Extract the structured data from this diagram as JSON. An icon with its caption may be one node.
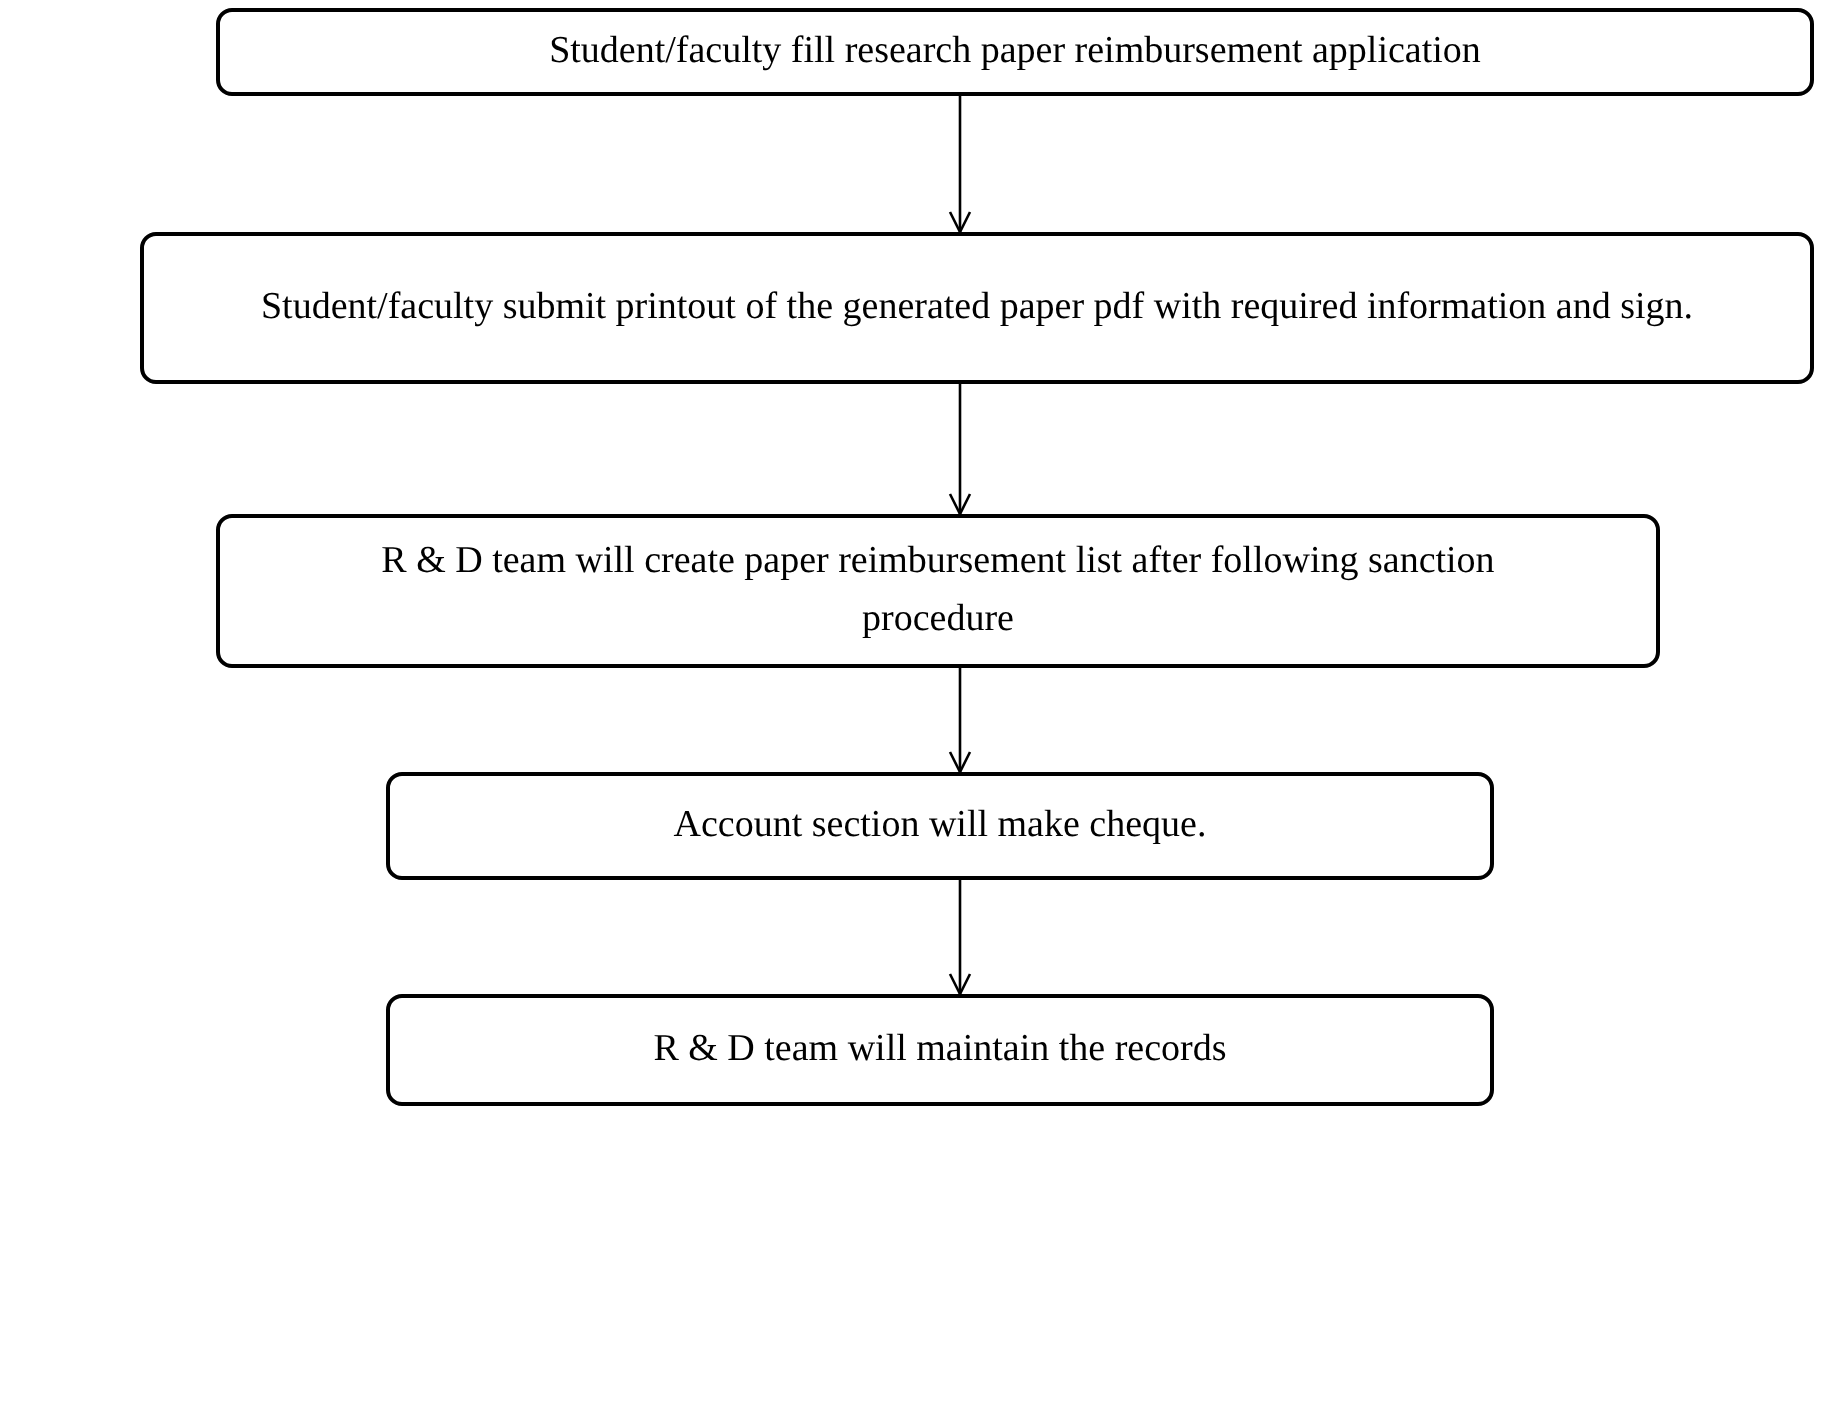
{
  "diagram": {
    "nodes": [
      {
        "text": [
          "Student/faculty fill research paper reimbursement application"
        ]
      },
      {
        "text": [
          "Student/faculty submit printout of the generated paper pdf with required information and sign."
        ]
      },
      {
        "text": [
          "R & D team will create paper reimbursement list after following sanction procedure"
        ]
      },
      {
        "text": [
          "Account section will make cheque."
        ]
      },
      {
        "text": [
          "R & D team will maintain the records"
        ]
      }
    ],
    "edges": [
      {
        "from": 0,
        "to": 1,
        "arrow": "to"
      },
      {
        "from": 1,
        "to": 2,
        "arrow": "to"
      },
      {
        "from": 2,
        "to": 3,
        "arrow": "to"
      },
      {
        "from": 3,
        "to": 4,
        "arrow": "to"
      }
    ]
  }
}
